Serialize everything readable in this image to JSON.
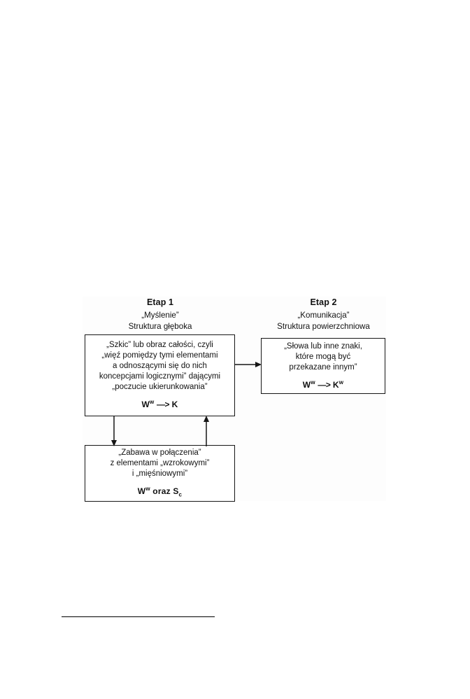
{
  "figure": {
    "columns": [
      {
        "stage_label": "Etap 1",
        "subtitle_line_1": "„Myślenie”",
        "subtitle_line_2": "Struktura głęboka"
      },
      {
        "stage_label": "Etap 2",
        "subtitle_line_1": "„Komunikacja”",
        "subtitle_line_2": "Struktura powierzchniowa"
      }
    ],
    "boxes": {
      "thinking": {
        "text": "„Szkic” lub obraz całości, czyli\n„więź pomiędzy tymi elementami\na odnoszącymi się do nich\nkoncepcjami logicznymi” dającymi\n„poczucie ukierunkowania”",
        "formula_base_1": "W",
        "formula_sup_1": "w",
        "formula_operator": "—>",
        "formula_base_2": "K"
      },
      "communication": {
        "text": "„Słowa lub inne znaki,\nktóre mogą być\nprzekazane innym”",
        "formula_base_1": "W",
        "formula_sup_1": "w",
        "formula_operator": "—>",
        "formula_base_2": "K",
        "formula_sup_2": "w"
      },
      "play": {
        "text": "„Zabawa w połączenia”\nz elementami „wzrokowymi”\ni „mięśniowymi”",
        "formula_base_1": "W",
        "formula_sup_1": "w",
        "formula_conjunction": "oraz",
        "formula_base_2": "S",
        "formula_sub_2": "c"
      }
    },
    "connectors": [
      {
        "name": "thinking-to-communication",
        "direction": "right"
      },
      {
        "name": "thinking-to-play",
        "direction": "down"
      },
      {
        "name": "play-to-thinking",
        "direction": "up"
      }
    ],
    "colors": {
      "stroke": "#161616",
      "text": "#111111",
      "background": "#ffffff"
    }
  }
}
